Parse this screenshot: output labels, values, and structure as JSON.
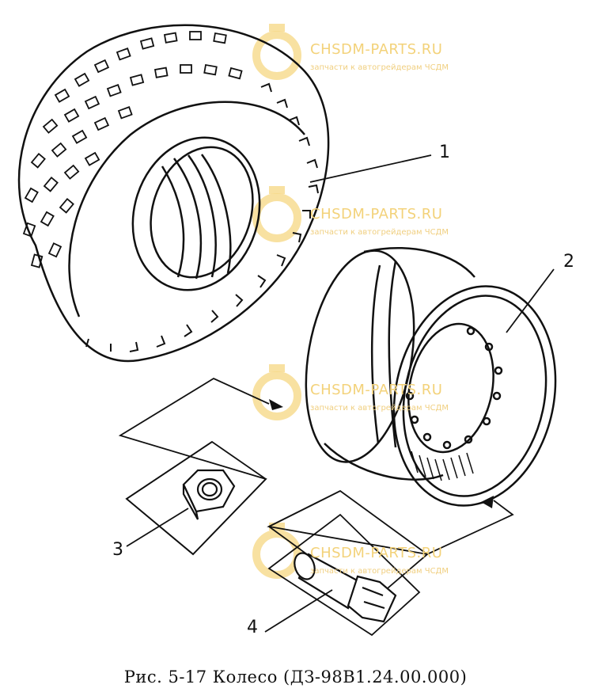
{
  "watermark": {
    "brand": "CHSDM-PARTS.RU",
    "tagline": "запчасти к автогрейдерам ЧСДМ",
    "color": "#f3c94a"
  },
  "callouts": [
    {
      "label": "1"
    },
    {
      "label": "2"
    },
    {
      "label": "3"
    },
    {
      "label": "4"
    }
  ],
  "caption": "Рис.  5-17 Колесо (ДЗ-98В1.24.00.000)"
}
